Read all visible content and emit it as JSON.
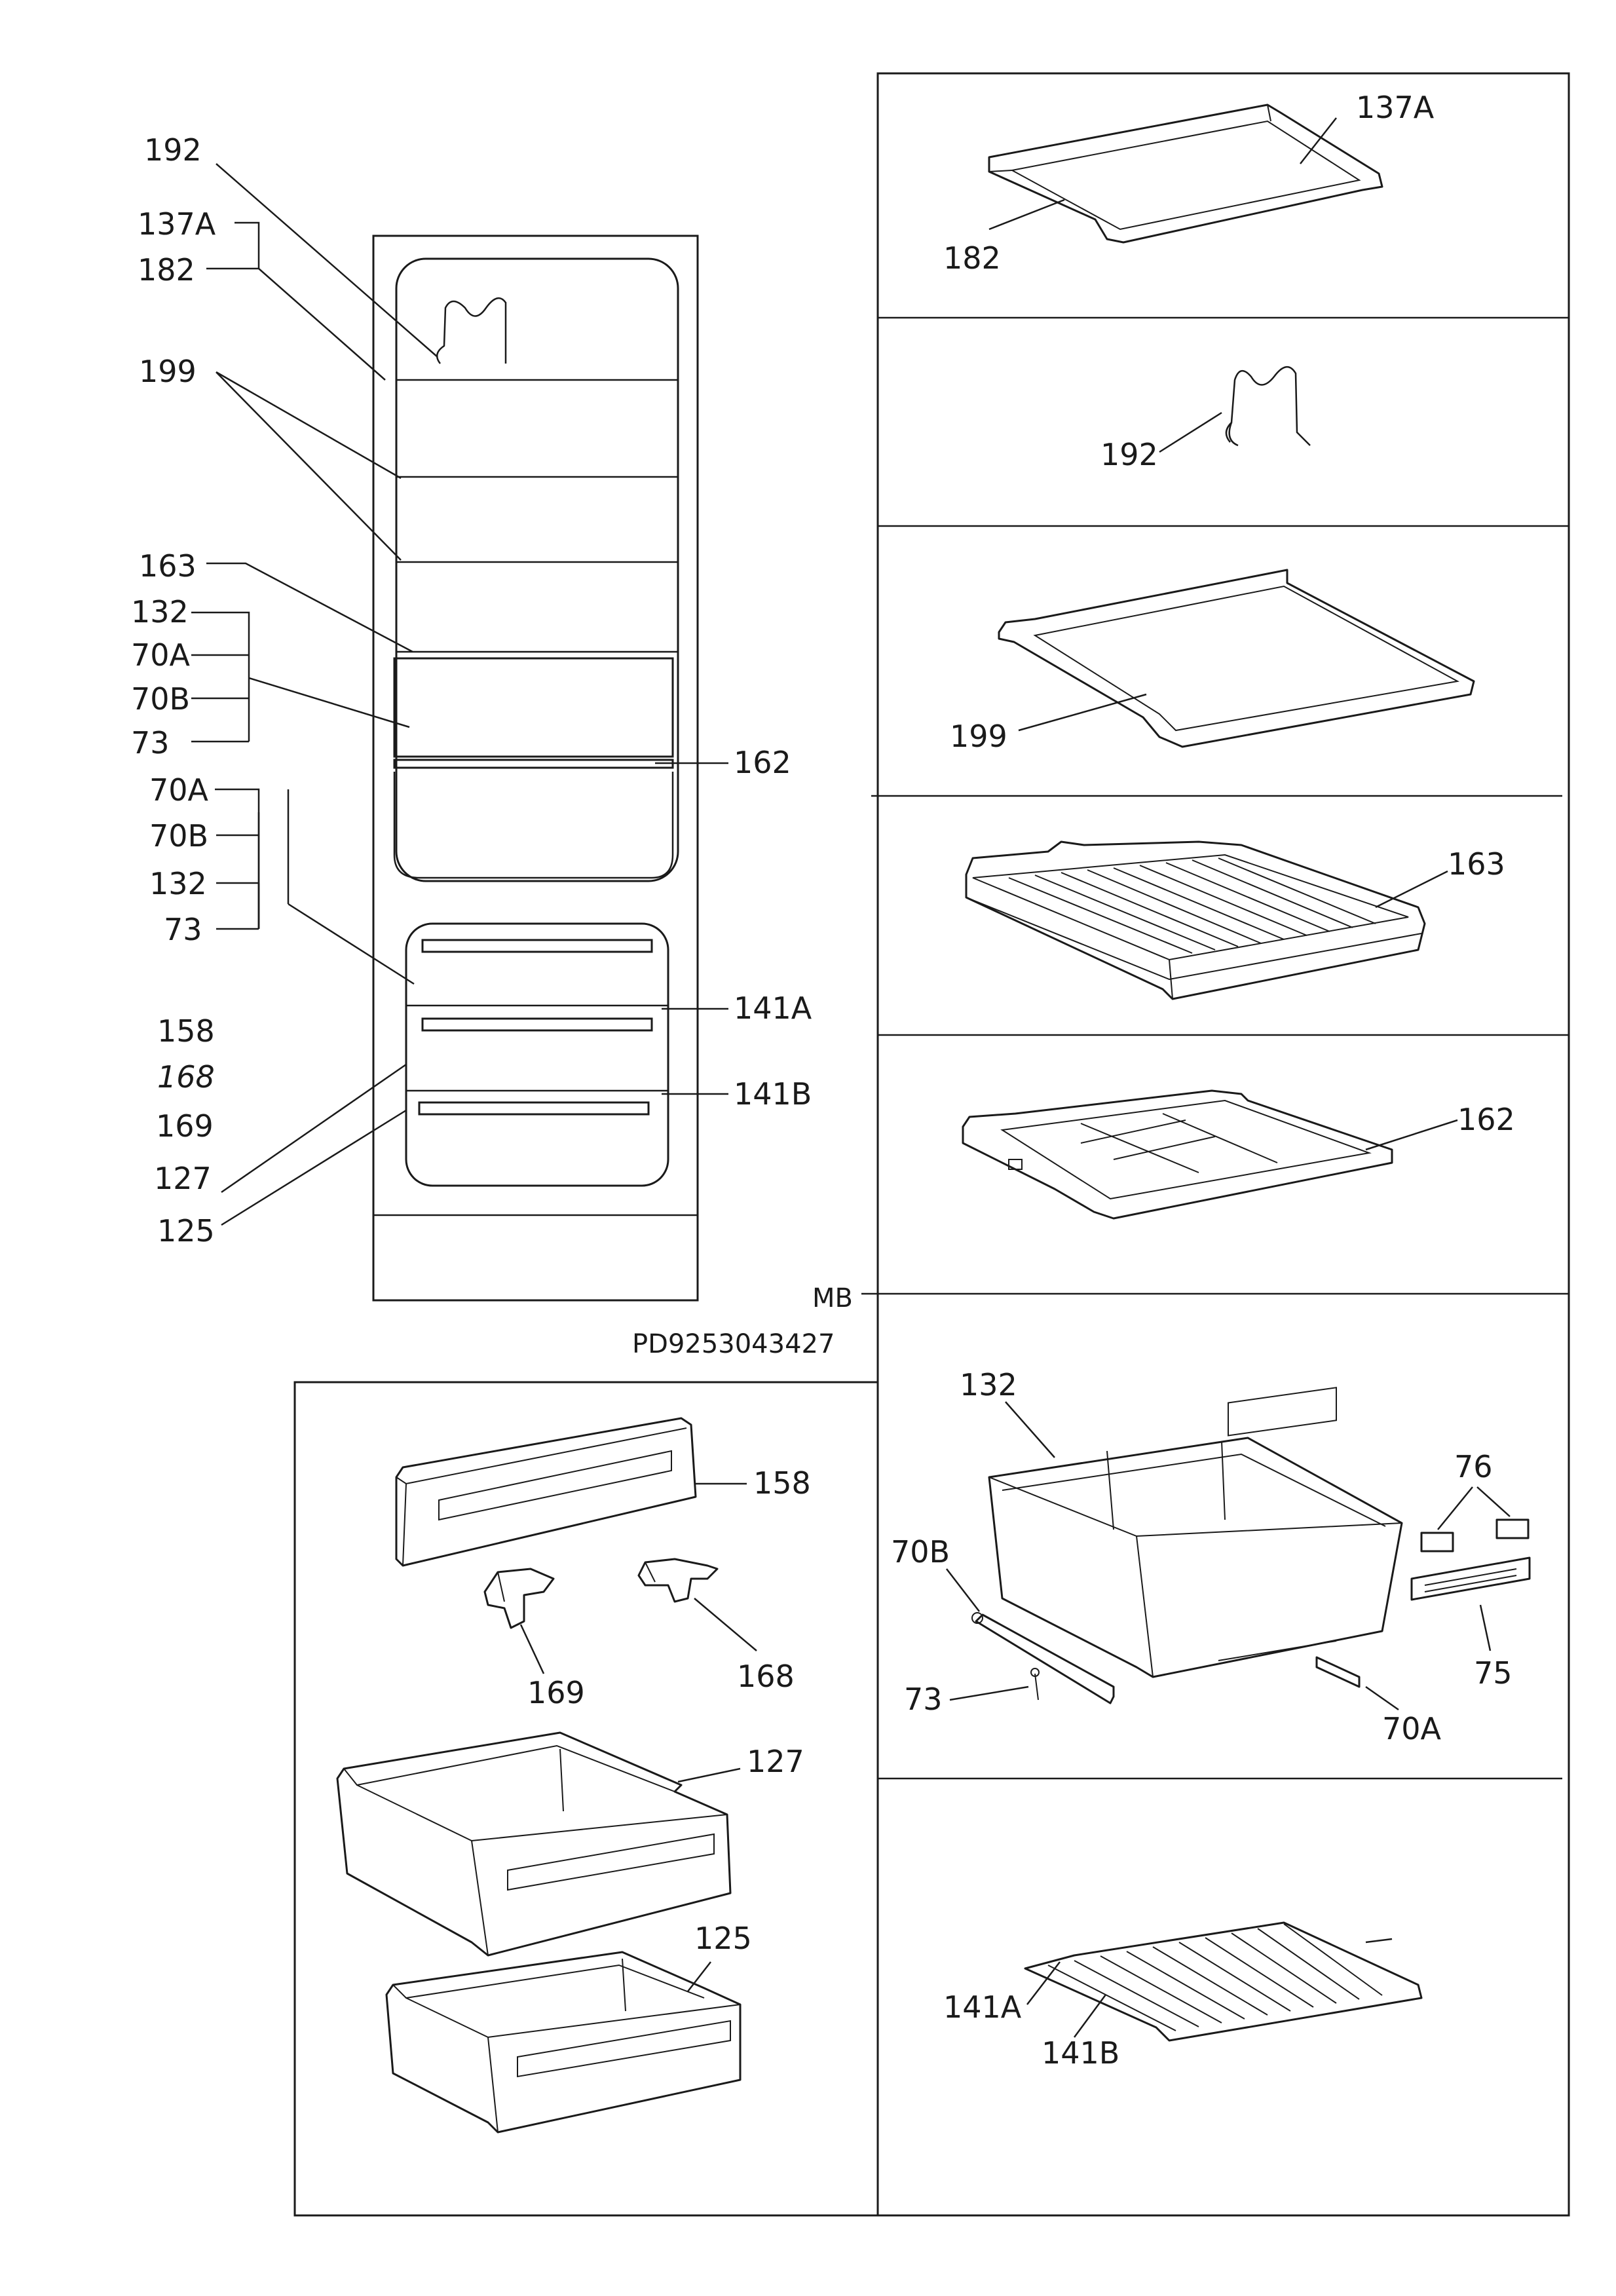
{
  "drawing_code": "MB",
  "doc_id": "PD9253043427",
  "labels": {
    "l192": "192",
    "l137A": "137A",
    "l182": "182",
    "l199": "199",
    "l163": "163",
    "l132": "132",
    "l70A": "70A",
    "l70B": "70B",
    "l73": "73",
    "l162": "162",
    "l141A": "141A",
    "l141B": "141B",
    "l158": "158",
    "l168": "168",
    "l169": "169",
    "l127": "127",
    "l125": "125",
    "l76": "76",
    "l75": "75"
  }
}
